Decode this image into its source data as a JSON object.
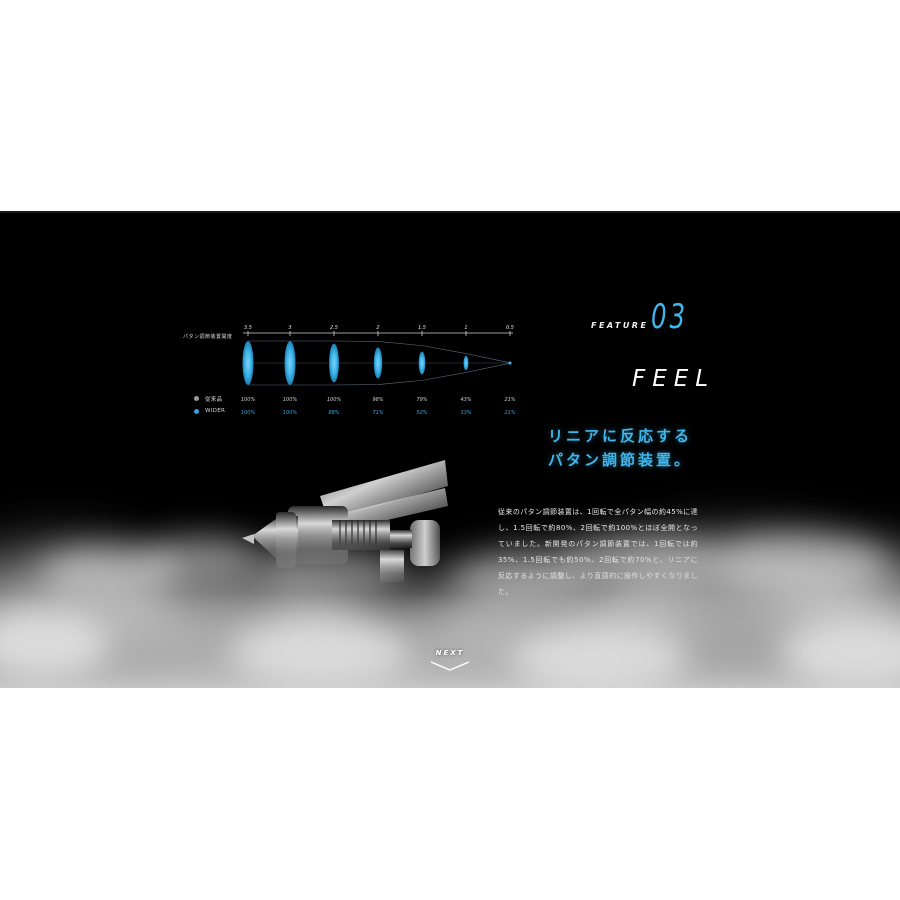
{
  "chart": {
    "title": "パタン調節装置開度",
    "ticks": [
      "3.5",
      "3",
      "2.5",
      "2",
      "1.5",
      "1",
      "0.5"
    ],
    "legend": [
      {
        "label": "従来品",
        "color": "#9a9a9a"
      },
      {
        "label": "WIDER",
        "color": "#2fa3dc"
      }
    ],
    "conventional": [
      "100%",
      "100%",
      "100%",
      "98%",
      "79%",
      "43%",
      "21%"
    ],
    "wider": [
      "100%",
      "100%",
      "88%",
      "71%",
      "52%",
      "33%",
      "21%"
    ]
  },
  "chart_data": {
    "type": "table",
    "title": "パタン調節装置開度",
    "categories": [
      "3.5",
      "3",
      "2.5",
      "2",
      "1.5",
      "1",
      "0.5"
    ],
    "series": [
      {
        "name": "従来品",
        "values": [
          100,
          100,
          100,
          98,
          79,
          43,
          21
        ]
      },
      {
        "name": "WIDER",
        "values": [
          100,
          100,
          88,
          71,
          52,
          33,
          21
        ]
      }
    ],
    "unit": "%"
  },
  "feature": {
    "label": "FEATURE",
    "number": "03",
    "title": "FEEL",
    "headline_line1": "リニアに反応する",
    "headline_line2": "パタン調節装置。",
    "body": "従来のパタン調節装置は、1回転で全パタン幅の約45%に達し、1.5回転で約80%、2回転で約100%とほぼ全開となっていました。新開発のパタン調節装置では、1回転では約35%、1.5回転でも約50%、2回転で約70%と、リニアに反応するように調整し、より直感的に操作しやすくなりました。"
  },
  "nav": {
    "next_label": "NEXT"
  },
  "colors": {
    "accent": "#3fb6ea",
    "background": "#000000"
  }
}
